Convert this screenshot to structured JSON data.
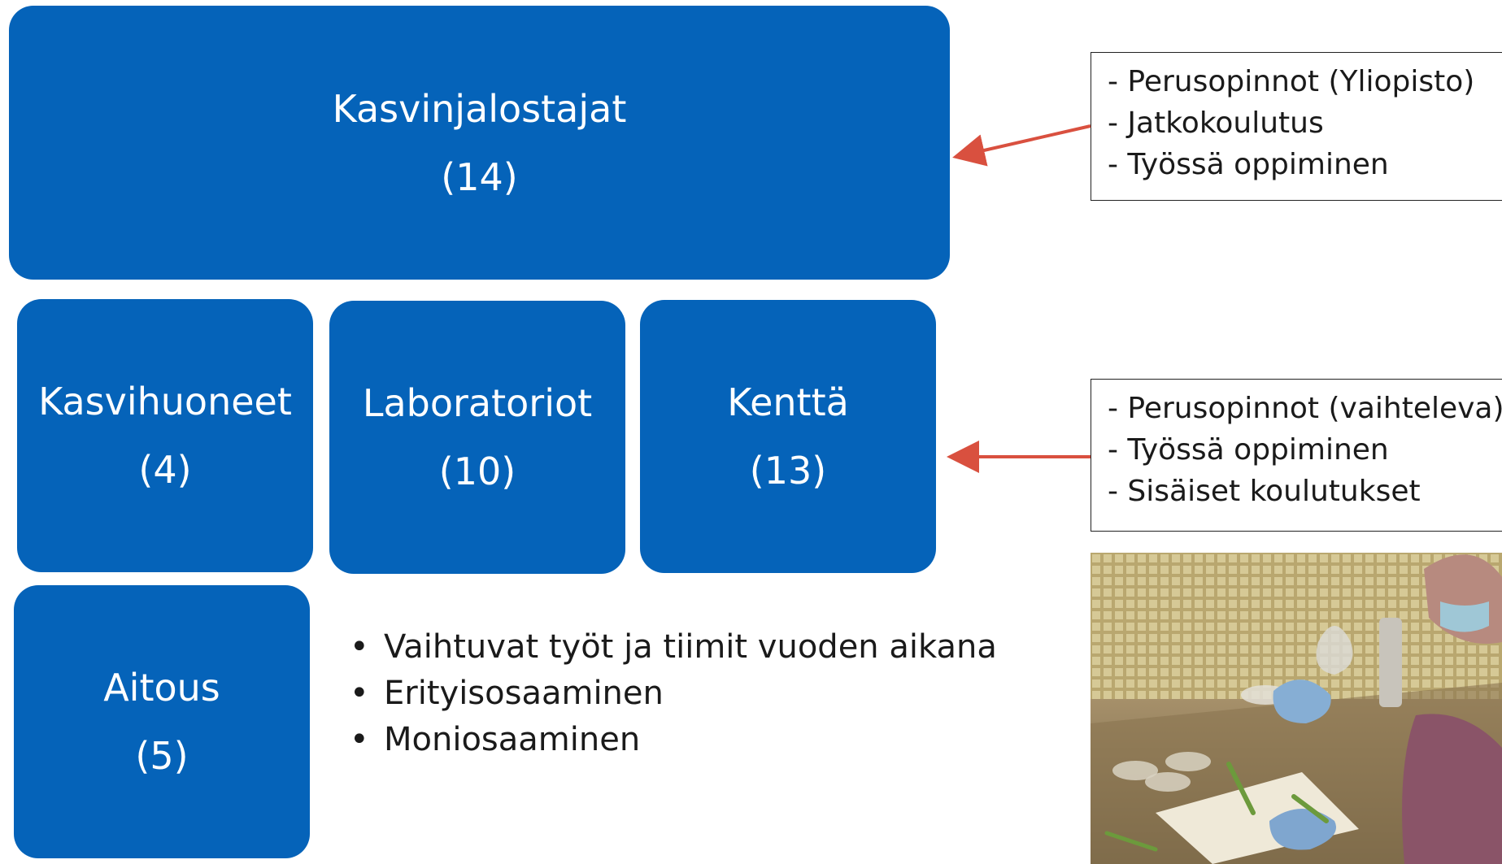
{
  "boxes": {
    "main": {
      "title": "Kasvinjalostajat",
      "count": "(14)"
    },
    "kasvi": {
      "title": "Kasvihuoneet",
      "count": "(4)"
    },
    "lab": {
      "title": "Laboratoriot",
      "count": "(10)"
    },
    "kentta": {
      "title": "Kenttä",
      "count": "(13)"
    },
    "aitous": {
      "title": "Aitous",
      "count": "(5)"
    }
  },
  "notes": {
    "top": [
      "- Perusopinnot (Yliopisto)",
      "- Jatkokoulutus",
      "- Työssä oppiminen"
    ],
    "bottom": [
      "- Perusopinnot (vaihteleva)",
      "- Työssä oppiminen",
      "- Sisäiset koulutukset"
    ]
  },
  "bullets": [
    "Vaihtuvat työt ja tiimit vuoden aikana",
    "Erityisosaaminen",
    "Moniosaaminen"
  ],
  "colors": {
    "box": "#0563b9",
    "arrow": "#d9503f"
  }
}
